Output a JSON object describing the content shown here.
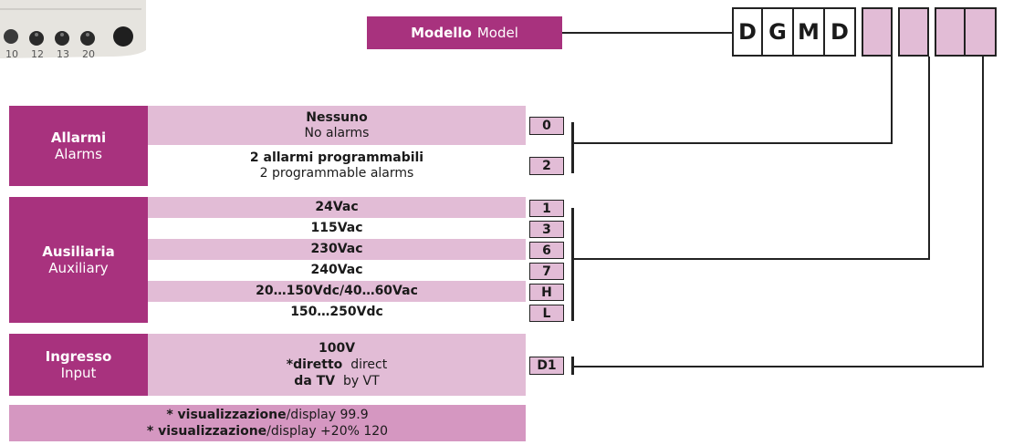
{
  "model": {
    "label_it": "Modello",
    "label_en": "Model",
    "code_letters": [
      "D",
      "G",
      "M",
      "D"
    ]
  },
  "alarms": {
    "title_it": "Allarmi",
    "title_en": "Alarms",
    "options": [
      {
        "it": "Nessuno",
        "en": "No alarms",
        "code": "0"
      },
      {
        "it": "2 allarmi programmabili",
        "en": "2 programmable alarms",
        "code": "2"
      }
    ]
  },
  "auxiliary": {
    "title_it": "Ausiliaria",
    "title_en": "Auxiliary",
    "options": [
      {
        "label": "24Vac",
        "code": "1"
      },
      {
        "label": "115Vac",
        "code": "3"
      },
      {
        "label": "230Vac",
        "code": "6"
      },
      {
        "label": "240Vac",
        "code": "7"
      },
      {
        "label": "20…150Vdc/40…60Vac",
        "code": "H"
      },
      {
        "label": "150…250Vdc",
        "code": "L"
      }
    ]
  },
  "input": {
    "title_it": "Ingresso",
    "title_en": "Input",
    "line1": "100V",
    "line2_it": "*diretto",
    "line2_en": "direct",
    "line3_it": "da TV",
    "line3_en": "by VT",
    "code": "D1"
  },
  "notes": {
    "line1_it": "* visualizzazione",
    "line1_en": "/display 99.9",
    "line2_it": "* visualizzazione",
    "line2_en": "/display +20% 120"
  },
  "photo": {
    "terminal_labels": [
      "10",
      "12",
      "13",
      "20"
    ]
  },
  "colors": {
    "magenta": "#a8327e",
    "pink": "#e2bcd6",
    "pink_dark": "#d597c1"
  }
}
